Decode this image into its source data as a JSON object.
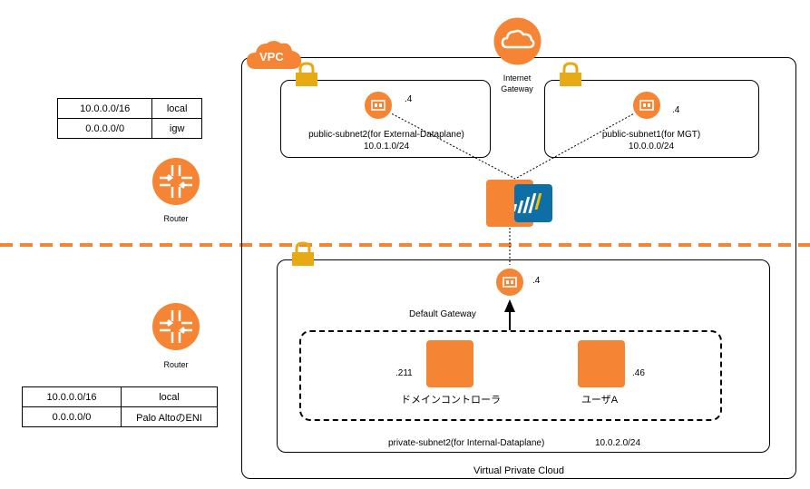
{
  "colors": {
    "accent": "#f58534",
    "lock": "#e7a914",
    "paloalto": "#0e6ea6",
    "divider": "#f58534"
  },
  "vpc": {
    "badge": "VPC",
    "caption": "Virtual Private Cloud"
  },
  "igw": {
    "label_line1": "Internet",
    "label_line2": "Gateway",
    "icon": "cloud-icon"
  },
  "subnets": {
    "ext": {
      "name": "public-subnet2(for External-Dataplane)",
      "cidr": "10.0.1.0/24",
      "eni_ip": ".4"
    },
    "mgt": {
      "name": "public-subnet1(for MGT)",
      "cidr": "10.0.0.0/24",
      "eni_ip": ".4"
    },
    "int": {
      "name": "private-subnet2(for Internal-Dataplane)",
      "cidr": "10.0.2.0/24",
      "eni_ip": ".4",
      "default_gateway": "Default Gateway"
    }
  },
  "instances": {
    "dc": {
      "label": "ドメインコントローラ",
      "ip": ".211"
    },
    "user": {
      "label": "ユーザA",
      "ip": ".46"
    }
  },
  "routers": {
    "public": {
      "label": "Router",
      "routes": [
        {
          "dest": "10.0.0.0/16",
          "target": "local"
        },
        {
          "dest": "0.0.0.0/0",
          "target": "igw"
        }
      ]
    },
    "private": {
      "label": "Router",
      "routes": [
        {
          "dest": "10.0.0.0/16",
          "target": "local"
        },
        {
          "dest": "0.0.0.0/0",
          "target": "Palo AltoのENI"
        }
      ]
    }
  }
}
